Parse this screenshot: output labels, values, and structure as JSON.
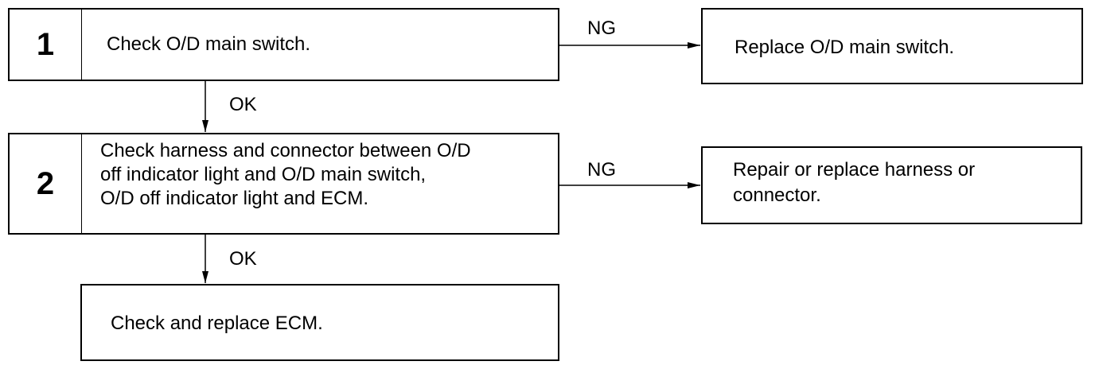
{
  "steps": [
    {
      "number": "1",
      "text": "Check O/D main switch."
    },
    {
      "number": "2",
      "text": "Check harness and connector between O/D\noff indicator light and O/D main switch,\nO/D off indicator light and ECM."
    }
  ],
  "outcomes": {
    "replace_switch": "Replace O/D main switch.",
    "repair_harness": "Repair or replace harness or\nconnector.",
    "replace_ecm": "Check and replace ECM."
  },
  "labels": {
    "ng_1": "NG",
    "ok_1": "OK",
    "ng_2": "NG",
    "ok_2": "OK"
  }
}
